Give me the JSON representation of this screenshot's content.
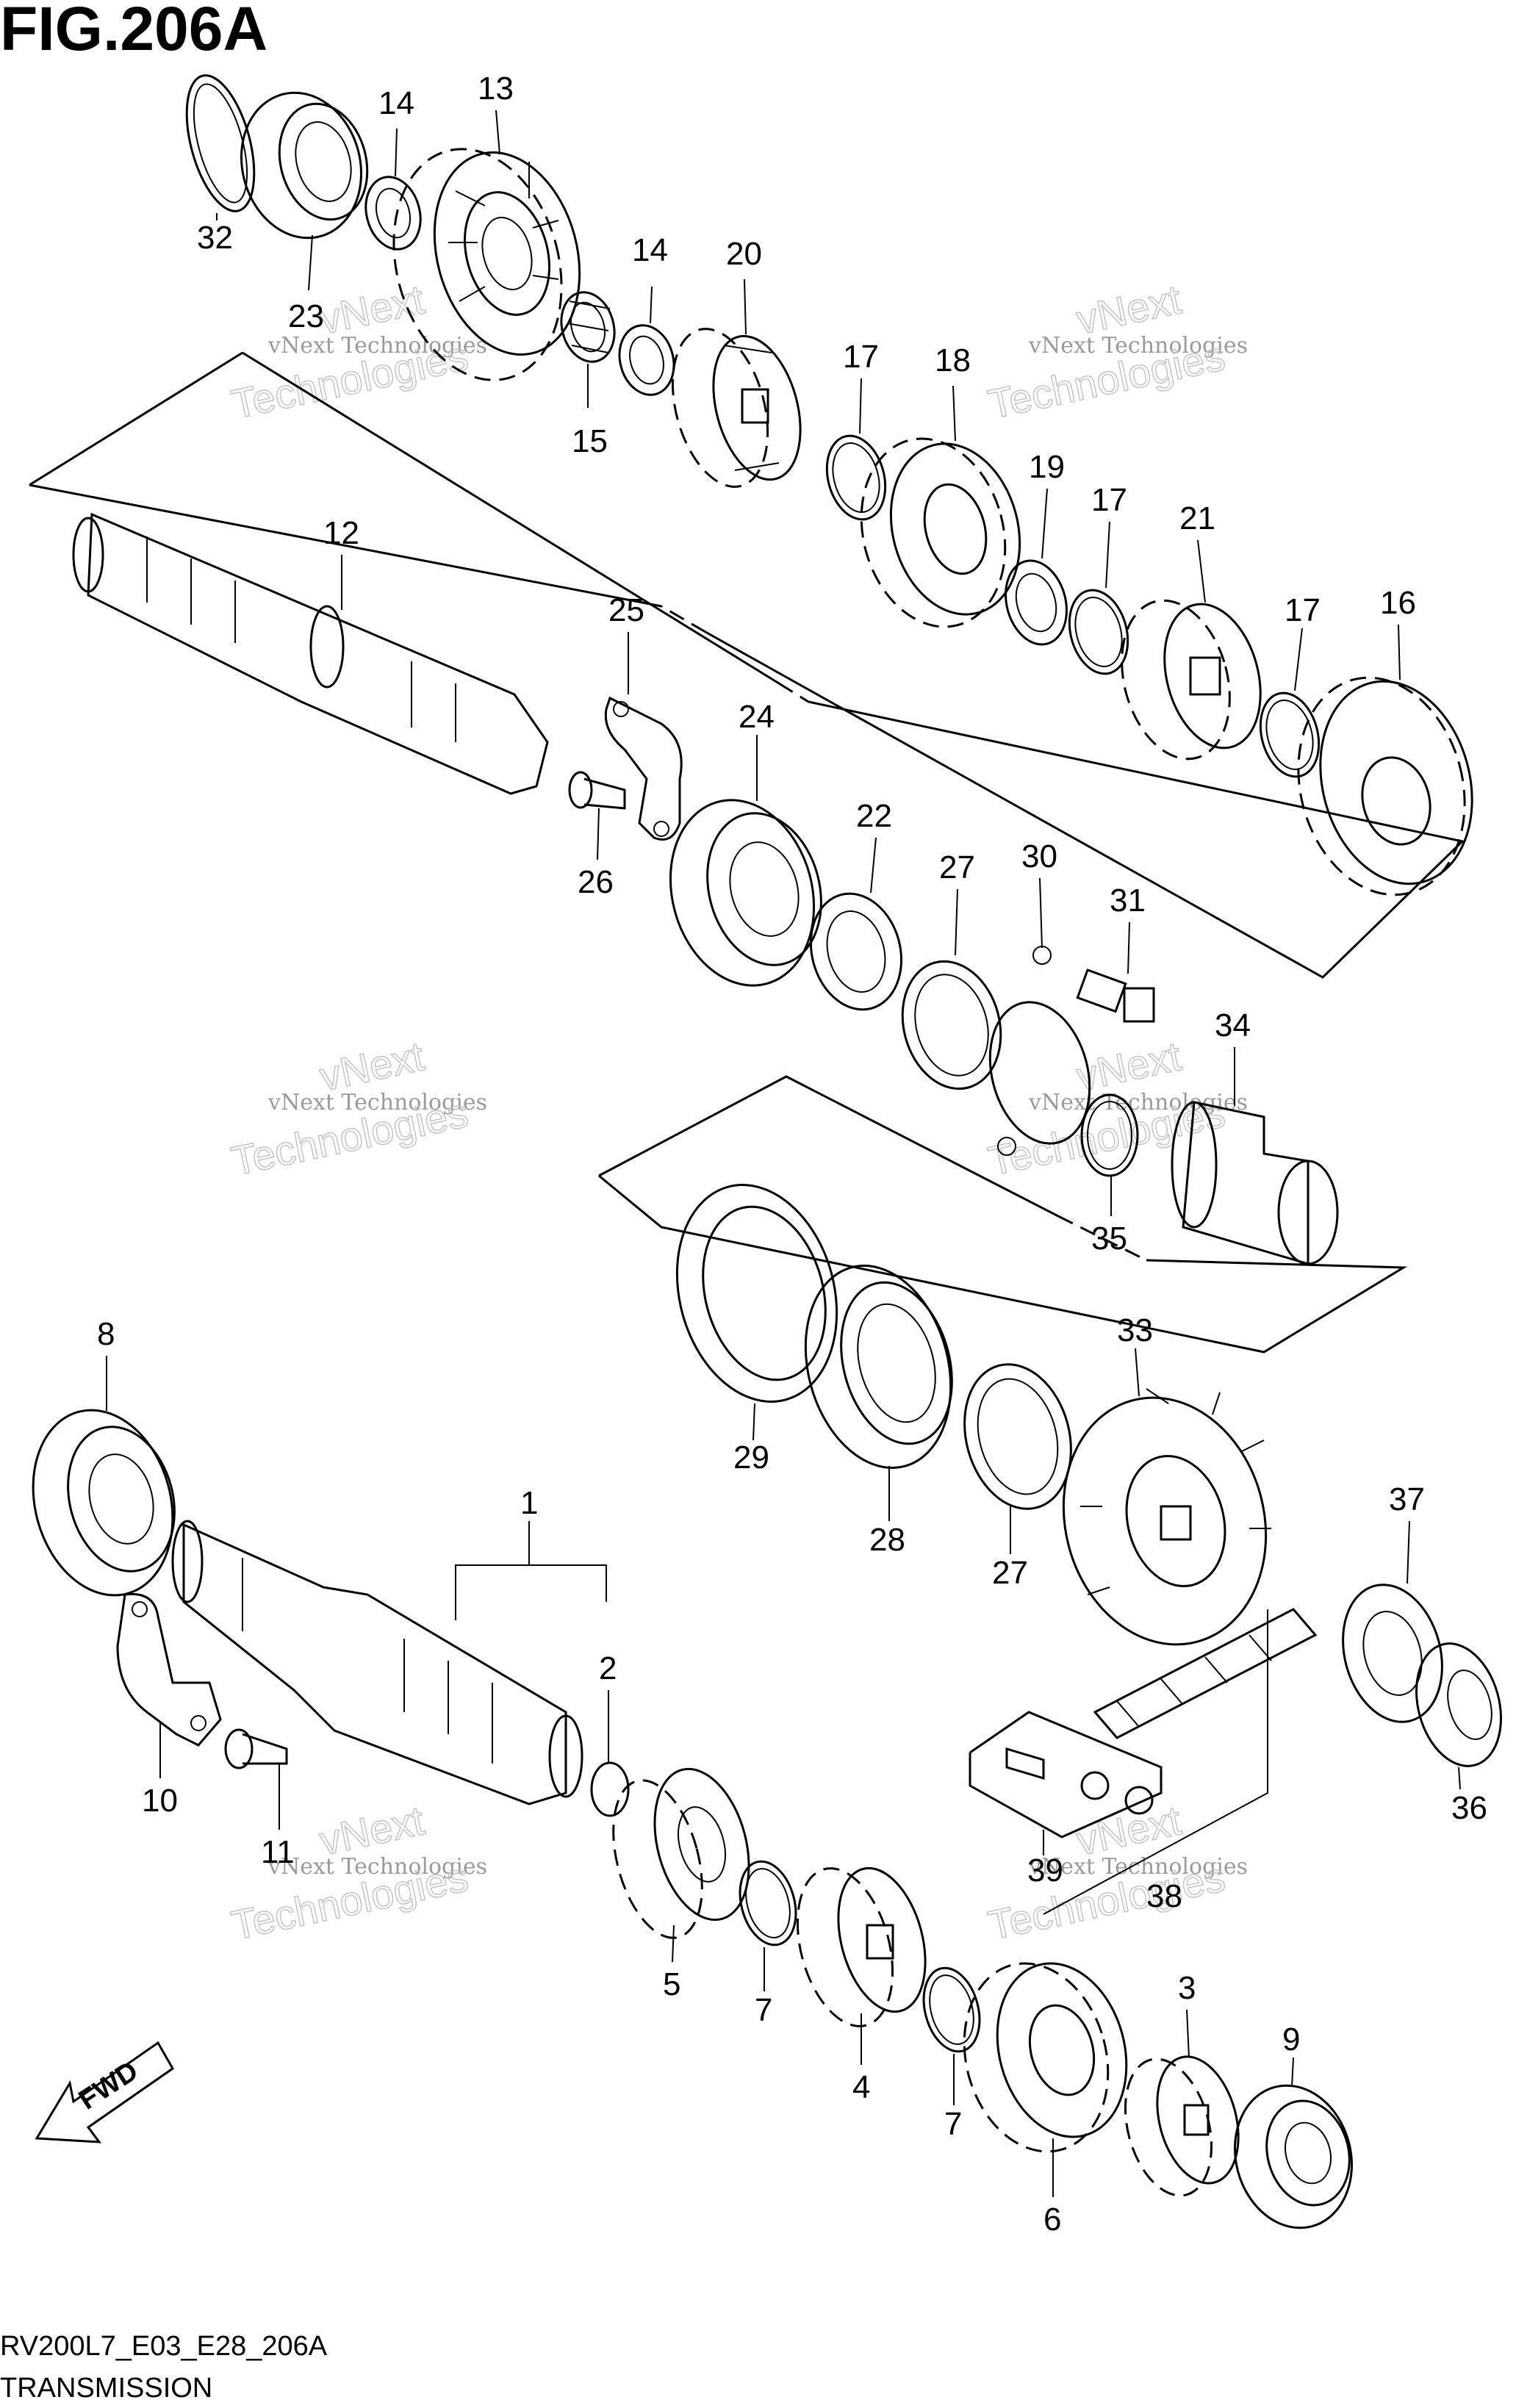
{
  "title": "FIG.206A",
  "footer": {
    "code": "RV200L7_E03_E28_206A",
    "name": "TRANSMISSION"
  },
  "watermark": {
    "line1": "vNext Technologies",
    "line2": "vNext",
    "line3": "Technologies"
  },
  "fwd_label": "FWD",
  "callouts": [
    {
      "id": "c32",
      "text": "32"
    },
    {
      "id": "c23",
      "text": "23"
    },
    {
      "id": "c14a",
      "text": "14"
    },
    {
      "id": "c13",
      "text": "13"
    },
    {
      "id": "c14b",
      "text": "14"
    },
    {
      "id": "c15",
      "text": "15"
    },
    {
      "id": "c20",
      "text": "20"
    },
    {
      "id": "c17a",
      "text": "17"
    },
    {
      "id": "c18",
      "text": "18"
    },
    {
      "id": "c19",
      "text": "19"
    },
    {
      "id": "c17b",
      "text": "17"
    },
    {
      "id": "c21",
      "text": "21"
    },
    {
      "id": "c17c",
      "text": "17"
    },
    {
      "id": "c16",
      "text": "16"
    },
    {
      "id": "c12",
      "text": "12"
    },
    {
      "id": "c25",
      "text": "25"
    },
    {
      "id": "c26",
      "text": "26"
    },
    {
      "id": "c24",
      "text": "24"
    },
    {
      "id": "c22",
      "text": "22"
    },
    {
      "id": "c27a",
      "text": "27"
    },
    {
      "id": "c30",
      "text": "30"
    },
    {
      "id": "c31",
      "text": "31"
    },
    {
      "id": "c34",
      "text": "34"
    },
    {
      "id": "c35",
      "text": "35"
    },
    {
      "id": "c8",
      "text": "8"
    },
    {
      "id": "c29",
      "text": "29"
    },
    {
      "id": "c28",
      "text": "28"
    },
    {
      "id": "c27b",
      "text": "27"
    },
    {
      "id": "c33",
      "text": "33"
    },
    {
      "id": "c37",
      "text": "37"
    },
    {
      "id": "c36",
      "text": "36"
    },
    {
      "id": "c1",
      "text": "1"
    },
    {
      "id": "c2",
      "text": "2"
    },
    {
      "id": "c10",
      "text": "10"
    },
    {
      "id": "c11",
      "text": "11"
    },
    {
      "id": "c39",
      "text": "39"
    },
    {
      "id": "c38",
      "text": "38"
    },
    {
      "id": "c5",
      "text": "5"
    },
    {
      "id": "c7a",
      "text": "7"
    },
    {
      "id": "c4",
      "text": "4"
    },
    {
      "id": "c7b",
      "text": "7"
    },
    {
      "id": "c3",
      "text": "3"
    },
    {
      "id": "c9",
      "text": "9"
    },
    {
      "id": "c6",
      "text": "6"
    }
  ]
}
